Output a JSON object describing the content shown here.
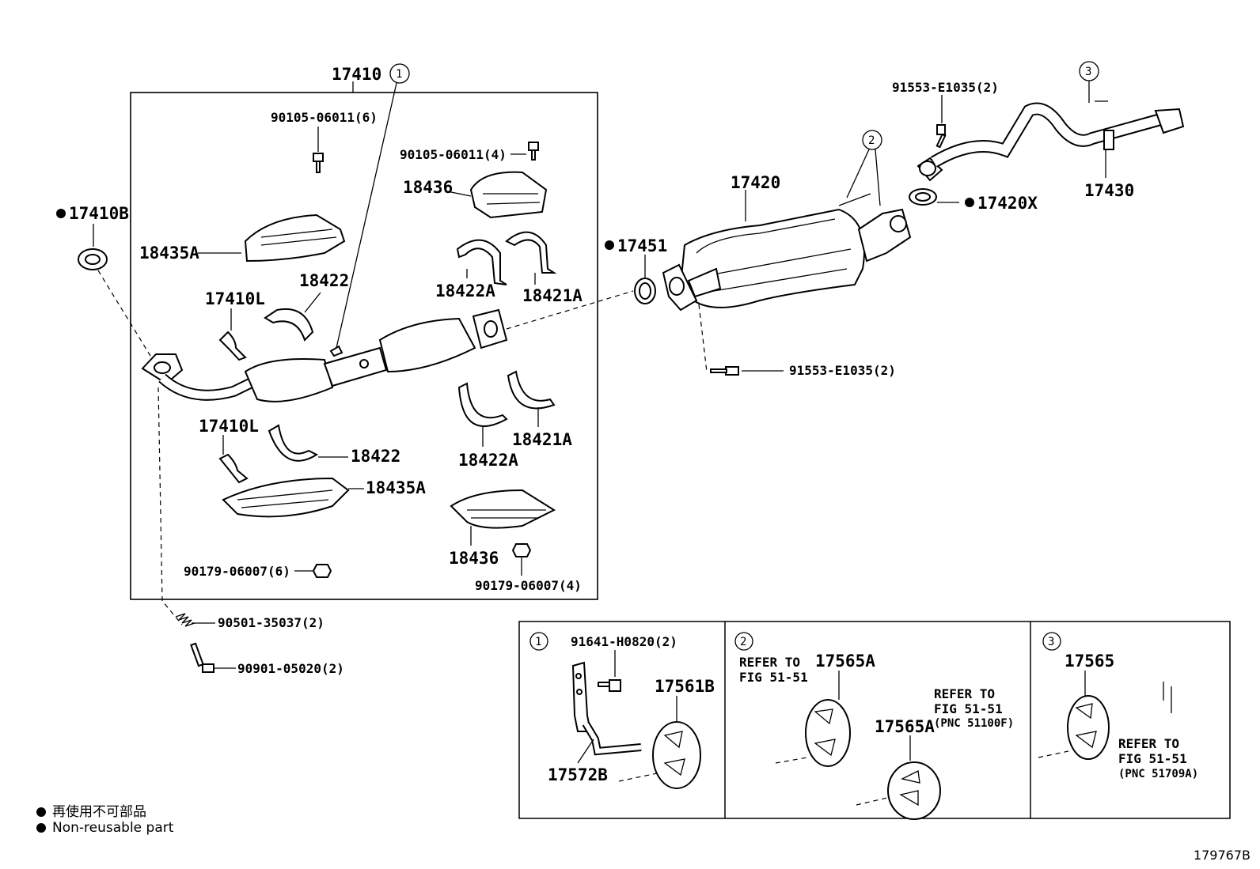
{
  "labels": {
    "p17410": "17410",
    "p17410B": "17410B",
    "p18435A_top": "18435A",
    "p18422_top": "18422",
    "p17410L_top": "17410L",
    "p17410L_bot": "17410L",
    "p18422_bot": "18422",
    "p18435A_bot": "18435A",
    "p18436_top": "18436",
    "p18436_bot": "18436",
    "p18422A_top": "18422A",
    "p18421A_top": "18421A",
    "p18422A_bot": "18422A",
    "p18421A_bot": "18421A",
    "b90105_6": "90105-06011(6)",
    "b90105_4": "90105-06011(4)",
    "n90179_6": "90179-06007(6)",
    "n90179_4": "90179-06007(4)",
    "s90501": "90501-35037(2)",
    "s90901": "90901-05020(2)",
    "p17451": "17451",
    "p17420": "17420",
    "b91553_mid": "91553-E1035(2)",
    "b91553_top": "91553-E1035(2)",
    "p17420X": "17420X",
    "p17430": "17430"
  },
  "callouts": {
    "c1": "1",
    "c2": "2",
    "c3": "3"
  },
  "inset1": {
    "num": "1",
    "bolt": "91641-H0820(2)",
    "p17561B": "17561B",
    "p17572B": "17572B"
  },
  "inset2": {
    "num": "2",
    "refer_a1": "REFER TO",
    "refer_a2": "FIG 51-51",
    "p17565A_top": "17565A",
    "p17565A_bot": "17565A",
    "refer_b1": "REFER TO",
    "refer_b2": "FIG 51-51",
    "refer_b3": "(PNC 51100F)"
  },
  "inset3": {
    "num": "3",
    "p17565": "17565",
    "refer1": "REFER TO",
    "refer2": "FIG 51-51",
    "refer3": "(PNC 51709A)"
  },
  "legend": {
    "jp": "再使用不可部品",
    "en": "Non-reusable part"
  },
  "figure_code": "179767B"
}
